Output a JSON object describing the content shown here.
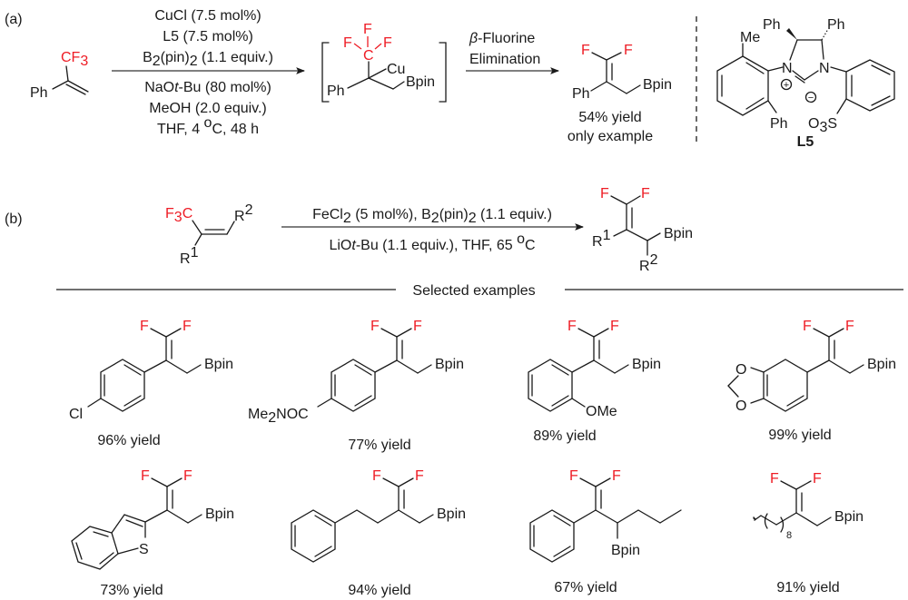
{
  "colors": {
    "accent_fluorine": "#ee1c25",
    "text": "#1a1a1a",
    "arrow": "#555555"
  },
  "part_a": {
    "label": "(a)",
    "substrate": {
      "group_red": "CF",
      "group_red_sub": "3",
      "aryl": "Ph"
    },
    "conditions_above": [
      {
        "text": "CuCl (7.5 mol%)"
      },
      {
        "bold": "L5",
        "text": " (7.5 mol%)"
      },
      {
        "pre": "B",
        "sub1": "2",
        "mid": "(pin)",
        "sub2": "2",
        "post": " (1.1 equiv.)"
      }
    ],
    "conditions_below": [
      {
        "pre": "NaO",
        "ital": "t",
        "post": "-Bu (80 mol%)"
      },
      {
        "text": "MeOH (2.0 equiv.)"
      },
      {
        "pre": "THF, 4 ",
        "sup": "o",
        "post": "C, 48 h"
      }
    ],
    "intermediate": {
      "f1": "F",
      "f2": "F",
      "f3": "F",
      "c": "C",
      "metal": "Cu",
      "boryl": "Bpin",
      "aryl": "Ph"
    },
    "step2": {
      "greek": "β",
      "line1_rest": "-Fluorine",
      "line2": "Elimination"
    },
    "product": {
      "f1": "F",
      "f2": "F",
      "aryl": "Ph",
      "boryl": "Bpin",
      "yield": "54% yield",
      "note": "only example"
    },
    "ligand": {
      "name": "L5",
      "me": "Me",
      "ph_top_left": "Ph",
      "ph_top_right": "Ph",
      "ph_bottom": "Ph",
      "n1": "N",
      "n2": "N",
      "plus": "+",
      "minus": "−",
      "sulfonate_pre": "O",
      "sulfonate_sub": "3",
      "sulfonate_post": "S"
    }
  },
  "part_b": {
    "label": "(b)",
    "substrate": {
      "f3c_pre": "F",
      "f3c_sub": "3",
      "f3c_post": "C",
      "r1": "R",
      "r1_sup": "1",
      "r2": "R",
      "r2_sup": "2"
    },
    "conditions_above": {
      "a": "FeCl",
      "a_sub": "2",
      "b": " (5 mol%), B",
      "b_sub": "2",
      "c": "(pin)",
      "c_sub": "2",
      "d": " (1.1 equiv.)"
    },
    "conditions_below": {
      "pre": "LiO",
      "ital": "t",
      "post": "-Bu (1.1 equiv.), THF, 65 ",
      "sup": "o",
      "end": "C"
    },
    "product": {
      "f1": "F",
      "f2": "F",
      "r1": "R",
      "r1_sup": "1",
      "r2": "R",
      "r2_sup": "2",
      "boryl": "Bpin"
    }
  },
  "examples_header": "Selected examples",
  "examples": [
    {
      "id": "4-chlorophenyl",
      "substituent": "Cl",
      "yield": "96% yield"
    },
    {
      "id": "4-dimethylcarbamoylphenyl",
      "substituent_pre": "Me",
      "substituent_sub": "2",
      "substituent_post": "NOC",
      "yield": "77% yield"
    },
    {
      "id": "2-methoxyphenyl",
      "substituent": "OMe",
      "yield": "89% yield"
    },
    {
      "id": "benzodioxolyl",
      "o1": "O",
      "o2": "O",
      "yield": "99% yield"
    },
    {
      "id": "benzothiophen-2-yl",
      "s": "S",
      "yield": "73% yield"
    },
    {
      "id": "phenethyl",
      "yield": "94% yield"
    },
    {
      "id": "phenyl-propyl-secondary",
      "yield": "67% yield"
    },
    {
      "id": "decyl",
      "repeat": "8",
      "yield": "91% yield"
    }
  ],
  "common": {
    "f": "F",
    "bpin": "Bpin"
  }
}
